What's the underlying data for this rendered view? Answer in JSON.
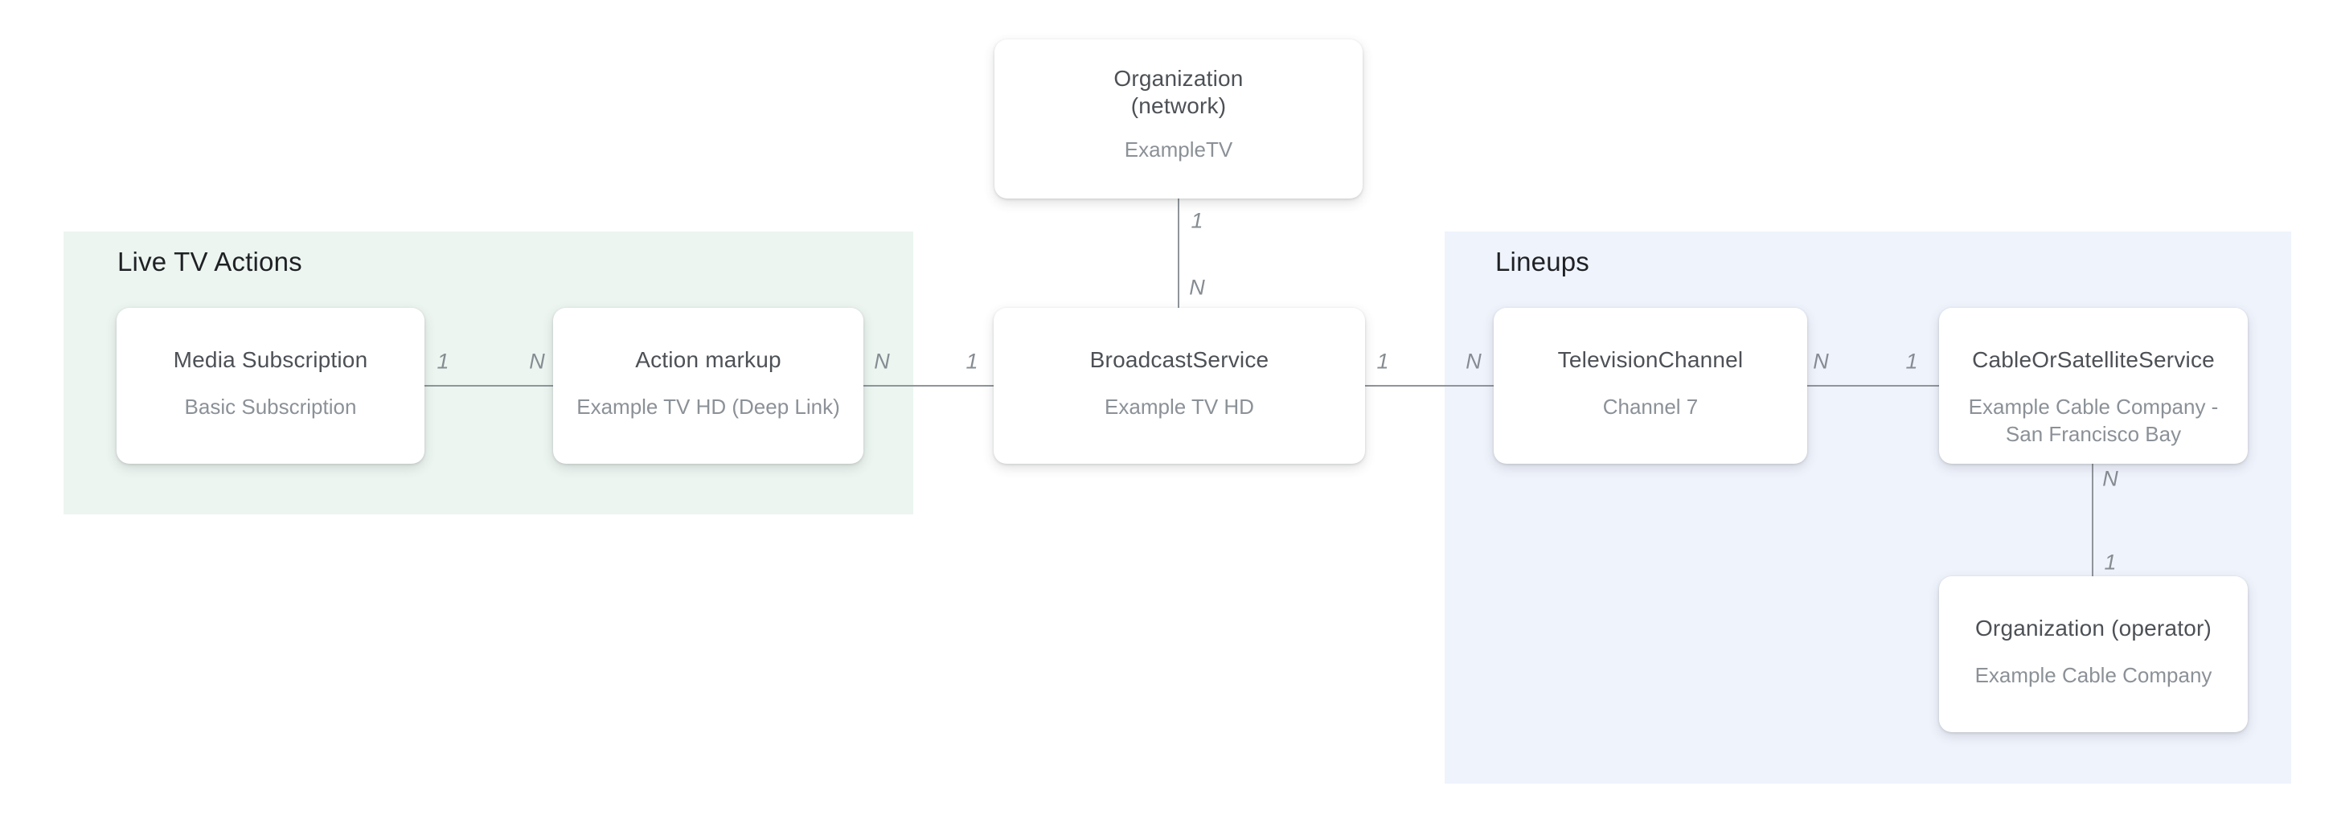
{
  "regions": {
    "live_tv_actions": {
      "label": "Live TV Actions",
      "bg": "#ecf5f0"
    },
    "lineups": {
      "label": "Lineups",
      "bg": "#eff3fc"
    }
  },
  "nodes": {
    "org_network": {
      "type_line1": "Organization",
      "type_line2": "(network)",
      "instance": "ExampleTV"
    },
    "media_subscription": {
      "type": "Media Subscription",
      "instance": "Basic Subscription"
    },
    "action_markup": {
      "type": "Action markup",
      "instance": "Example TV HD (Deep Link)"
    },
    "broadcast_service": {
      "type": "BroadcastService",
      "instance": "Example TV HD"
    },
    "television_channel": {
      "type": "TelevisionChannel",
      "instance": "Channel 7"
    },
    "cable_or_satellite_service": {
      "type": "CableOrSatelliteService",
      "instance_line1": "Example Cable Company -",
      "instance_line2": "San Francisco Bay"
    },
    "org_operator": {
      "type": "Organization (operator)",
      "instance": "Example Cable Company"
    }
  },
  "cardinalities": {
    "media_side": "1",
    "action_left_side": "N",
    "action_right_side": "N",
    "broadcast_left_side": "1",
    "broadcast_right_side": "1",
    "tv_left_side": "N",
    "tv_right_side": "N",
    "cable_left_side": "1",
    "org_network_side": "1",
    "broadcast_top_side": "N",
    "cable_bottom_side": "N",
    "operator_top_side": "1"
  },
  "colors": {
    "region_green": "#ecf5f0",
    "region_blue": "#eff3fc",
    "connector_line": "#8f959a",
    "node_title_text": "#4d5156",
    "node_subtitle_text": "#8b9197",
    "header_text": "#1f2124",
    "cardinality_text": "#868c92",
    "node_bg": "#ffffff",
    "page_bg": "#ffffff"
  }
}
